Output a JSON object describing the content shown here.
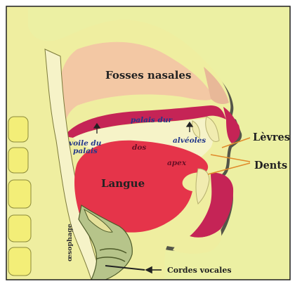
{
  "labels": {
    "fosses_nasales": "Fosses nasales",
    "palais_dur": "palais dur",
    "voile_du_palais_1": "voile du",
    "voile_du_palais_2": "palais",
    "alveoles": "alvéoles",
    "dos": "dos",
    "apex": "apex",
    "langue": "Langue",
    "levres": "Lèvres",
    "dents": "Dents",
    "cordes_vocales": "Cordes vocales",
    "oesophage": "œsophage"
  },
  "colors": {
    "background": "#ecf0a3",
    "nasal": "#f3c8a4",
    "tongue": "#e5344a",
    "palate": "#c52456",
    "bone": "#f3ee78",
    "label_blue": "#24388a",
    "border": "#1e1e1e"
  },
  "icons": [
    "arrow-up-icon",
    "arrow-left-icon"
  ]
}
